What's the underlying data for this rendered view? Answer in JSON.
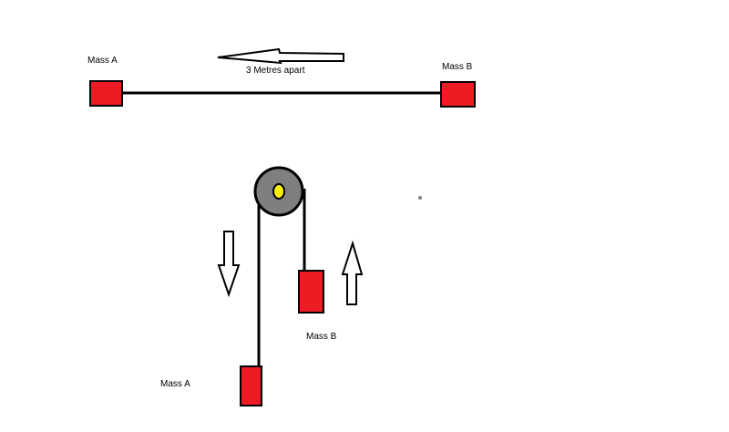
{
  "top_scene": {
    "mass_a_label": "Mass A",
    "mass_b_label": "Mass B",
    "distance_label": "3 Metres apart"
  },
  "pulley_scene": {
    "mass_a_label": "Mass A",
    "mass_b_label": "Mass B"
  },
  "colors": {
    "mass_fill": "#ed1c24",
    "outline": "#000000",
    "pulley_fill": "#7f7f7f",
    "axle_fill": "#fff200",
    "arrow_fill": "#ffffff",
    "stray_dot": "#7f7f7f"
  }
}
